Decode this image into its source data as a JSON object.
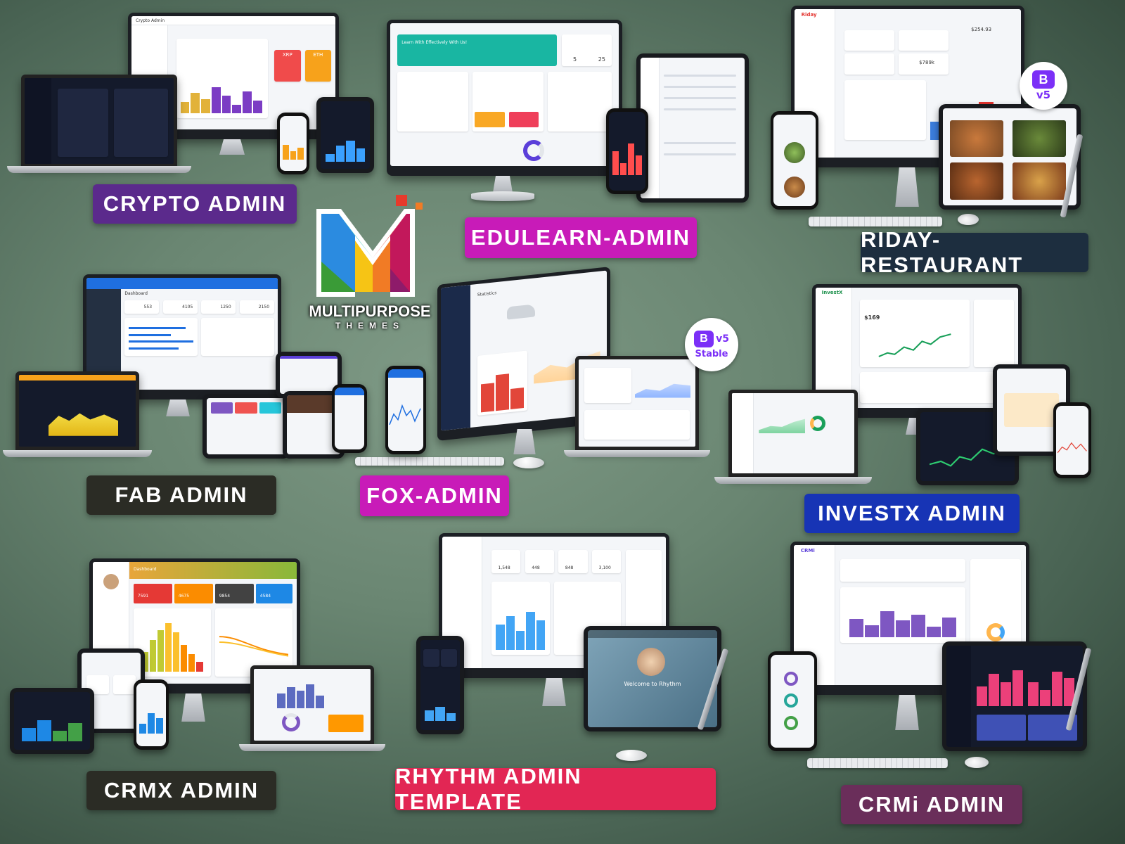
{
  "brand": {
    "name": "MULTIPURPOSE",
    "sub": "THEMES"
  },
  "colors": {
    "crypto": "#5b2a8c",
    "edulearn": "#c81bb8",
    "riday": "#1d2e3f",
    "fab": "#2b2c25",
    "fox": "#c81bb8",
    "investx": "#1734b5",
    "crmx": "#2b2c25",
    "rhythm": "#e22654",
    "crmi": "#6a2e5a"
  },
  "products": [
    {
      "key": "crypto",
      "label": "CRYPTO ADMIN",
      "screen_title": "Crypto Admin"
    },
    {
      "key": "edulearn",
      "label": "EDULEARN-ADMIN",
      "screen_title": "Learn With Effectively With Us!"
    },
    {
      "key": "riday",
      "label": "RIDAY-RESTAURANT",
      "screen_title": "Riday"
    },
    {
      "key": "fab",
      "label": "FAB ADMIN",
      "screen_title": "Dashboard"
    },
    {
      "key": "fox",
      "label": "FOX-ADMIN",
      "screen_title": "Statistics"
    },
    {
      "key": "investx",
      "label": "INVESTX ADMIN",
      "screen_title": "InvestX"
    },
    {
      "key": "crmx",
      "label": "CRMX ADMIN",
      "screen_title": "Dashboard"
    },
    {
      "key": "rhythm",
      "label": "RHYTHM ADMIN TEMPLATE",
      "screen_title": "Welcome to Rhythm"
    },
    {
      "key": "crmi",
      "label": "CRMi ADMIN",
      "screen_title": "CRMi"
    }
  ],
  "badges": {
    "riday": {
      "letter": "B",
      "version": "v5"
    },
    "fox": {
      "letter": "B",
      "version": "v5",
      "status": "Stable"
    }
  },
  "screen_values": {
    "crypto_xrp": "XRP",
    "crypto_eth": "ETH",
    "edu_stats": [
      "5",
      "25"
    ],
    "riday_totals": [
      "$254.93",
      "$789k"
    ],
    "fab_counts": [
      "553",
      "4105",
      "1250",
      "2150"
    ],
    "investx_value": "$169",
    "crmx_counts": [
      "7591",
      "4675",
      "9854",
      "4584"
    ],
    "rhythm_counts": [
      "1,548",
      "448",
      "848",
      "3,100"
    ]
  }
}
